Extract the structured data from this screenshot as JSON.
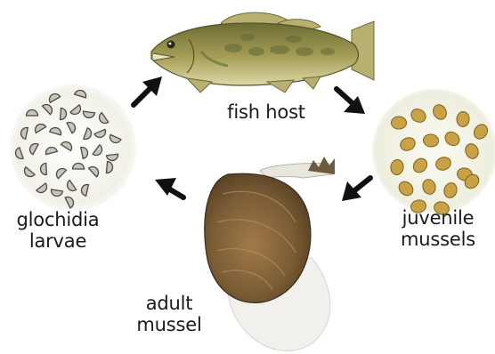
{
  "stages": {
    "fish": {
      "label": "fish host"
    },
    "glochidia": {
      "line1": "glochidia",
      "line2": "larvae"
    },
    "juvenile": {
      "line1": "juvenile",
      "line2": "mussels"
    },
    "adult": {
      "line1": "adult",
      "line2": "mussel"
    }
  },
  "colors": {
    "arrow": "#111111",
    "fish_body": "#a79f58",
    "fish_fin": "#b7b070",
    "fish_mottle": "#5f6a34",
    "circle_bg": "#f1f0e8",
    "larva_shell": "#c9c5b8",
    "larva_outline": "#4a4a46",
    "juvenile_shell": "#c9a247",
    "mussel_shell": "#7a5c35",
    "mussel_foot": "#f2f0ec"
  },
  "icons": [
    "bass-fish-illustration",
    "glochidia-micrograph",
    "juvenile-mussel-micrograph",
    "adult-mussel-photo",
    "arrow-icon"
  ]
}
